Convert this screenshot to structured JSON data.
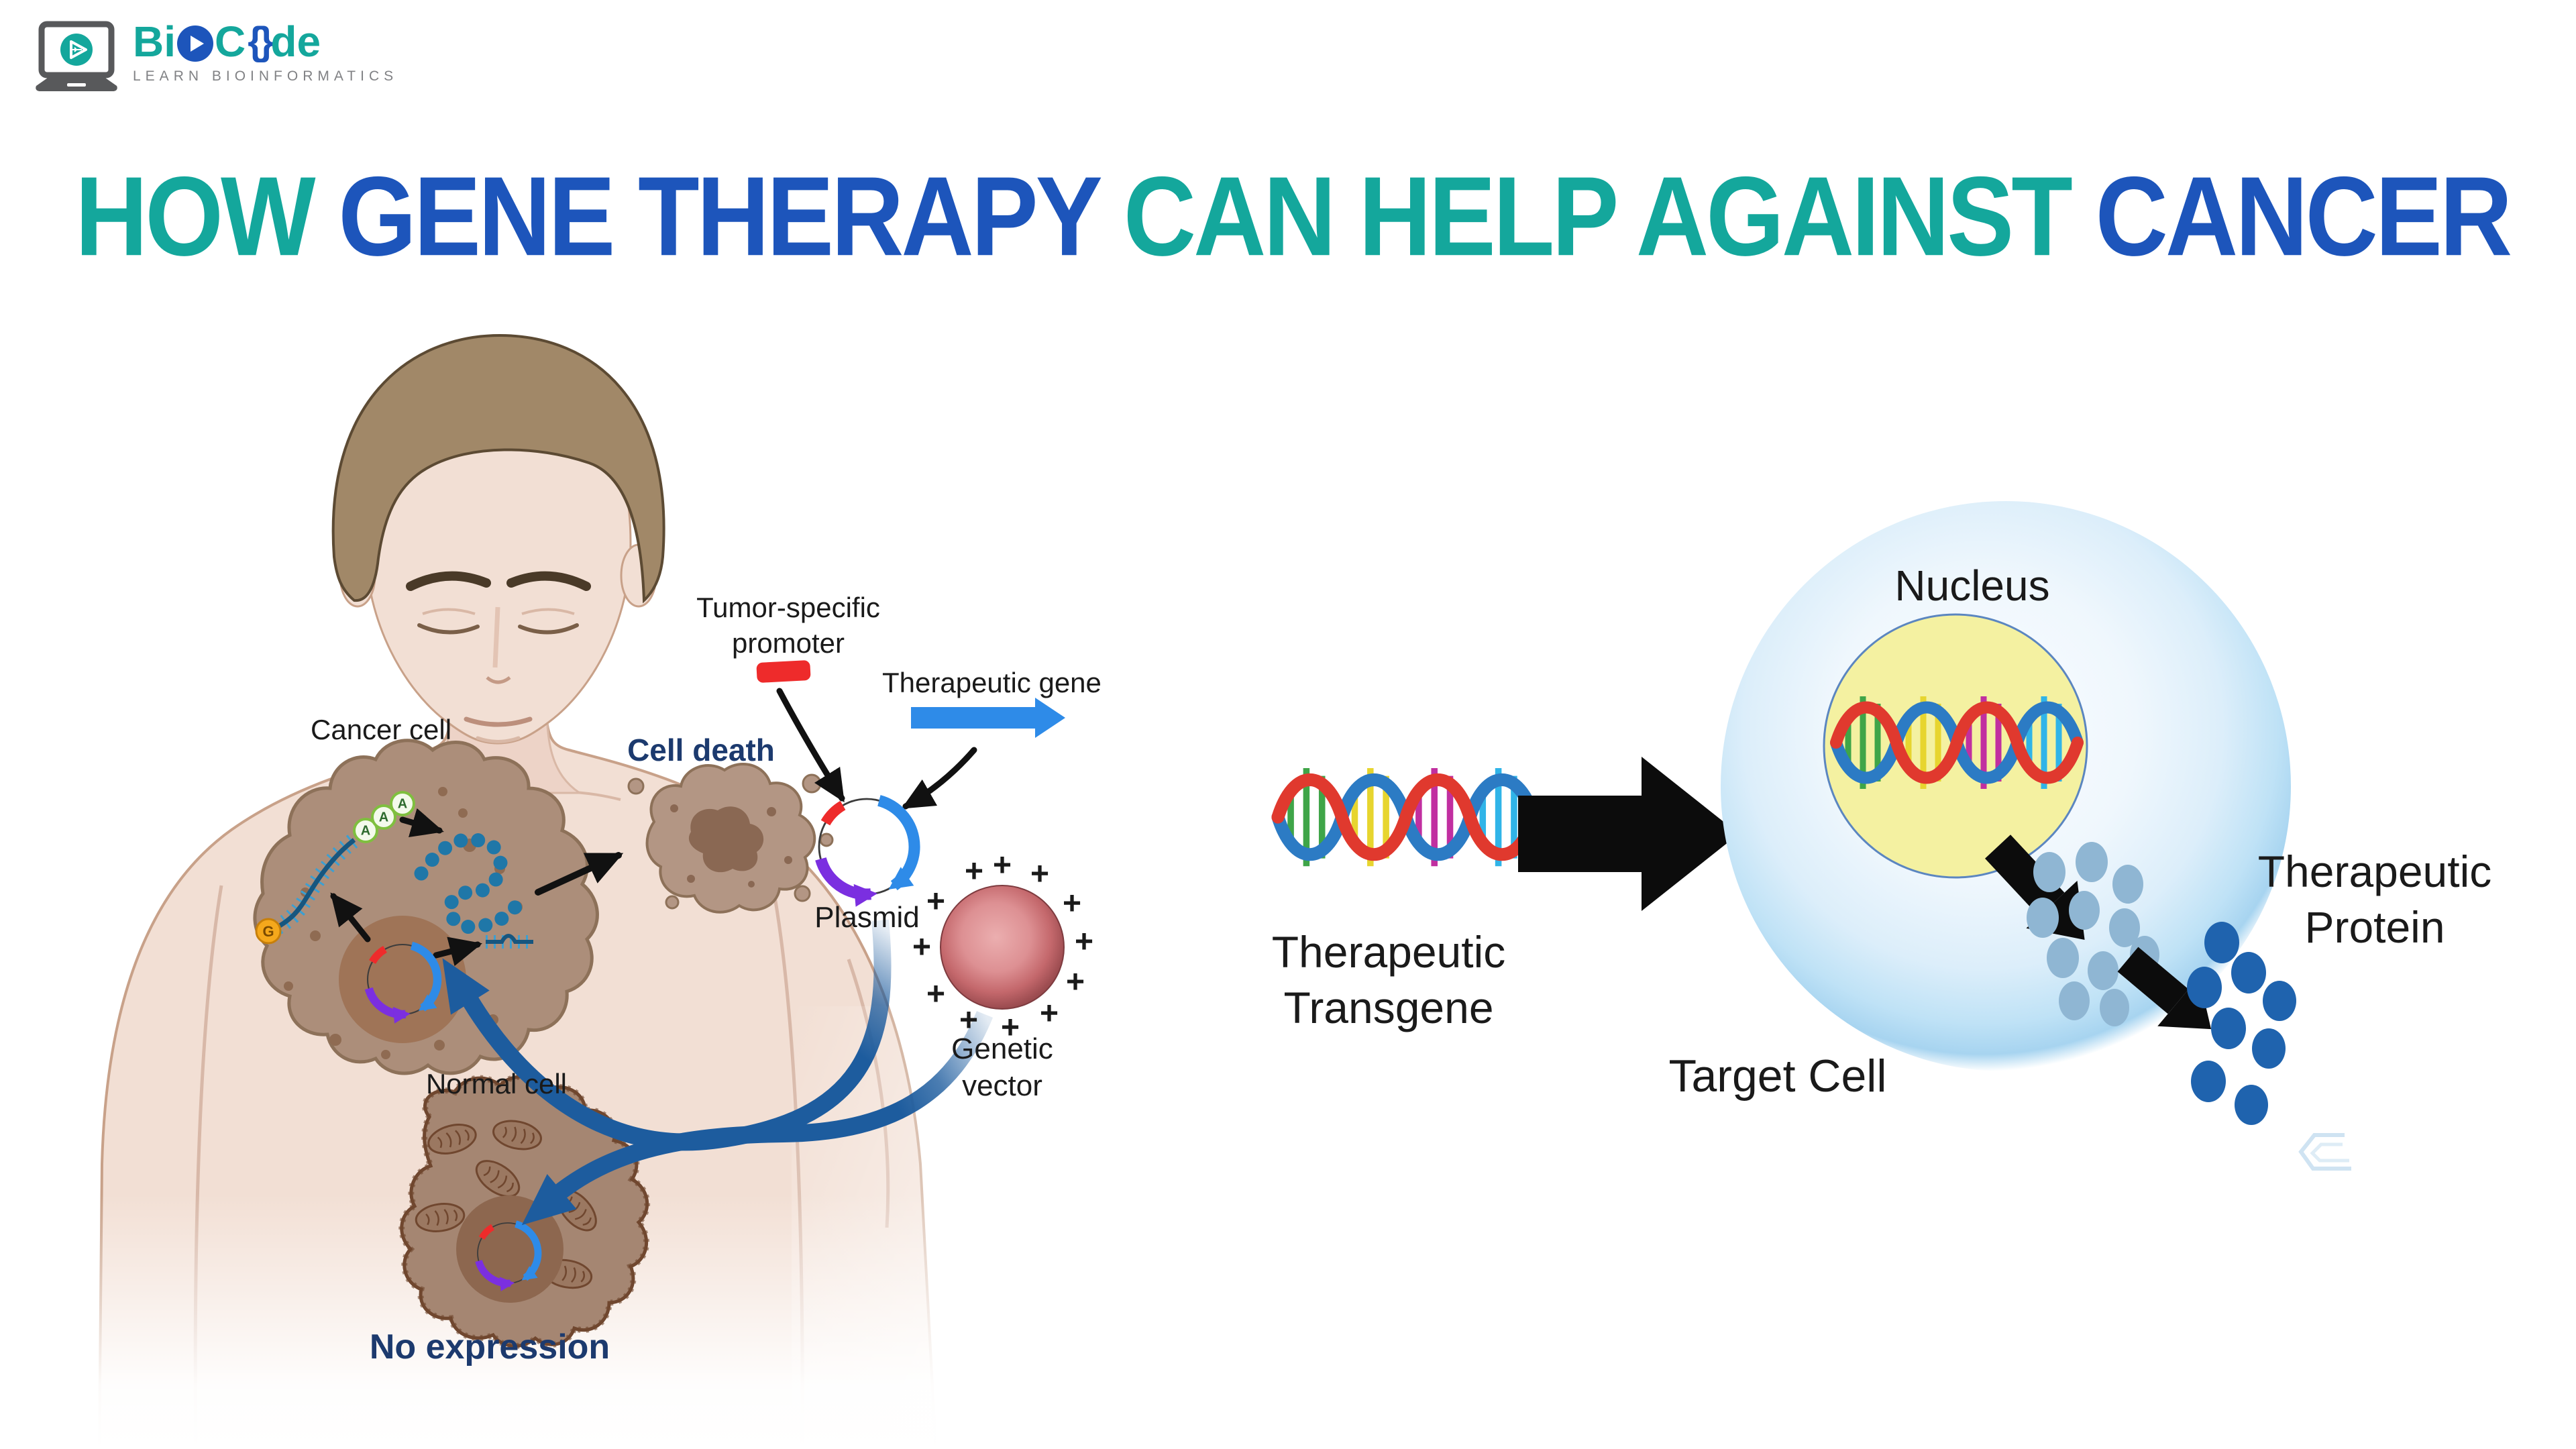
{
  "colors": {
    "teal": "#14A79C",
    "blue": "#1D55BB",
    "navy": "#1C3A6E",
    "label_black": "#1A1A1A",
    "skin": "#F2DFD4",
    "skin_outline": "#C8A189",
    "hair": "#A18868",
    "cell_brown": "#AC8E7A",
    "cell_brown_dark": "#8D7159",
    "nucleus_brown": "#9F7457",
    "normal_cell": "#A58672",
    "normal_cell_dark": "#70472F",
    "promoter_red": "#EE2B2B",
    "gene_blue": "#2E8BE8",
    "plasmid_purple": "#7B2FE0",
    "vector_outer": "#9E4A4E",
    "vector_inner": "#DD9093",
    "arrow_blue": "#1D5C9E",
    "nucleus_yellow": "#F4F1A1",
    "protein_light": "#8FB6D3",
    "protein_dark": "#1F63AE",
    "dna_red": "#E0392E",
    "dna_blue": "#2C7BC4",
    "logo_gray": "#58595B",
    "tagline_gray": "#808184"
  },
  "logo": {
    "brand_prefix": "Bi",
    "brand_c": "C",
    "brand_suffix": "de",
    "brace_left": "{",
    "brace_right": "}",
    "tagline": "LEARN BIOINFORMATICS"
  },
  "title": {
    "seg1": "HOW ",
    "seg2": "GENE THERAPY ",
    "seg3": "CAN HELP AGAINST ",
    "seg4": "CANCER"
  },
  "left_diagram": {
    "cancer_cell_label": "Cancer cell",
    "cell_death_label": "Cell death",
    "tumor_promoter_label": "Tumor-specific\npromoter",
    "therapeutic_gene_label": "Therapeutic gene",
    "plasmid_label": "Plasmid",
    "genetic_vector_label": "Genetic\nvector",
    "normal_cell_label": "Normal cell",
    "no_expression_label": "No expression",
    "mrna_cap": "G",
    "poly_a": [
      "A",
      "A",
      "A"
    ],
    "plus": "+"
  },
  "right_diagram": {
    "nucleus_label": "Nucleus",
    "transgene_label": "Therapeutic\nTransgene",
    "target_cell_label": "Target Cell",
    "protein_label": "Therapeutic\nProtein"
  }
}
